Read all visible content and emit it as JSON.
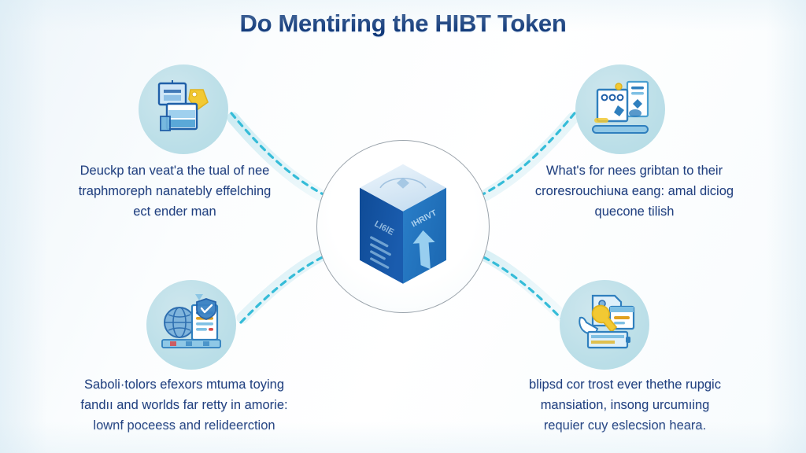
{
  "title": "Do Mentiring the HIBT Token",
  "colors": {
    "title_navy": "#123a7a",
    "body_navy": "#22407f",
    "bubble_cyan": "#bcdfe8",
    "connector_cyan": "#35bcd8",
    "cube_dark_blue": "#12509e",
    "cube_bright_blue": "#1f73c4",
    "cube_top_blue": "#dcecf8",
    "accent_yellow": "#f2c933",
    "ring_gray": "#9aa3ab",
    "background": "#f7fbfd"
  },
  "center": {
    "label": "central-token-cube",
    "left_face_text": "LI6lE",
    "right_face_text": "IHRIVT",
    "arrow": "up-arrow"
  },
  "quadrants": [
    {
      "id": "top-left",
      "icon_name": "monitor-document-price-tag-icon",
      "icon_parts": [
        "monitor-screen",
        "document-window",
        "price-tag"
      ],
      "text_lines": [
        "Deuckp tan veat'a the tual of nee",
        "traphmoreph nanatebly effelching",
        "ect ender man"
      ]
    },
    {
      "id": "top-right",
      "icon_name": "whiteboard-checklist-card-icon",
      "icon_parts": [
        "whiteboard-panel",
        "checklist-dots",
        "document-card",
        "blue-bar"
      ],
      "text_lines": [
        "What's for nees gribtan to their",
        "croresrouchiuɴa eang: amal diciog",
        "quecone tilish"
      ]
    },
    {
      "id": "bottom-left",
      "icon_name": "globe-clipboard-shield-icon",
      "icon_parts": [
        "globe",
        "clipboard-document",
        "shield-badge"
      ],
      "text_lines": [
        "Saboli·tolors efexors mtuma toying",
        "fandıı and worlds far retty in amorie:",
        "lownf poceess and relideerction"
      ]
    },
    {
      "id": "bottom-right",
      "icon_name": "wrench-document-browser-icon",
      "icon_parts": [
        "wrench",
        "document",
        "browser-window-card",
        "device-tray"
      ],
      "text_lines": [
        "blipsd cor trost ever thethe rupgic",
        "mansiation, insong urcumıing",
        "requier cuy eslecsion heara."
      ]
    }
  ]
}
